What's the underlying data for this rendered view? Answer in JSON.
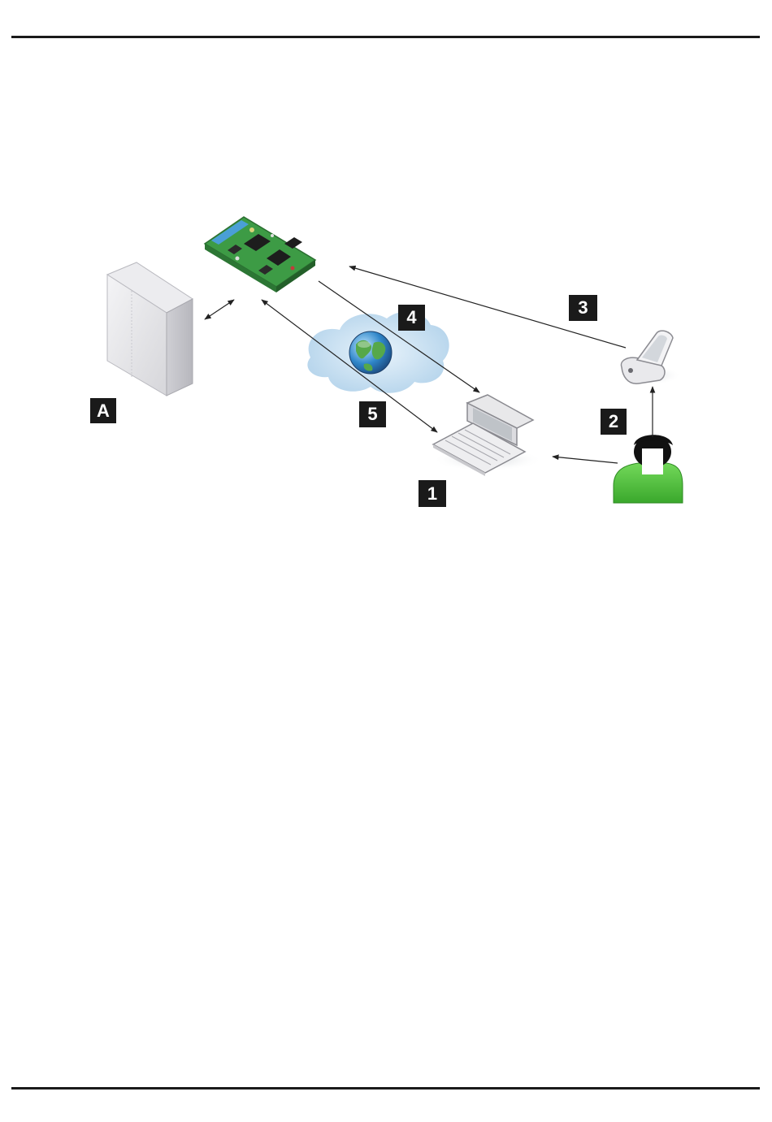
{
  "labels": {
    "server": "A",
    "step1": "1",
    "step2": "2",
    "step3": "3",
    "step4": "4",
    "step5": "5"
  },
  "colors": {
    "badge": "#1a1a1a",
    "board": "#3d9b45",
    "person": "#4fbf3a",
    "cloud": "#bcd9ee",
    "arrow": "#222222"
  },
  "icons": {
    "server": "server-cabinet-icon",
    "board": "gateway-circuit-board-icon",
    "cloud": "internet-cloud-icon",
    "globe": "globe-icon",
    "laptop": "laptop-icon",
    "phone": "mobile-phone-icon",
    "person": "user-person-icon"
  }
}
